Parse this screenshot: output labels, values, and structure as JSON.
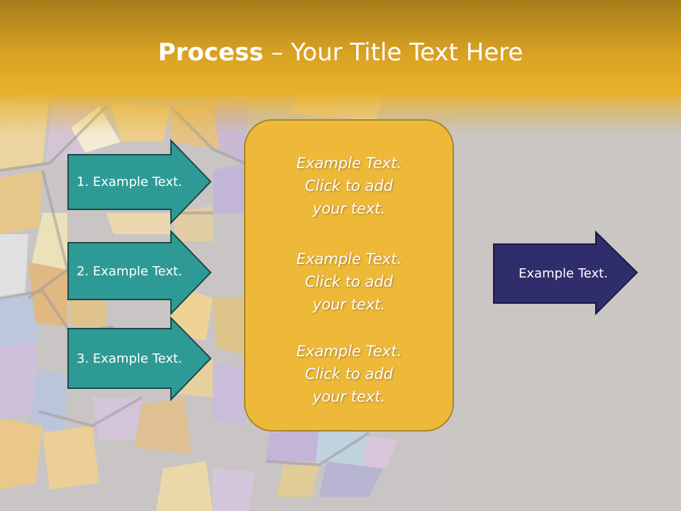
{
  "title": {
    "bold": "Process",
    "rest": " – Your Title Text Here"
  },
  "steps": [
    {
      "label": "1. Example Text."
    },
    {
      "label": "2. Example Text."
    },
    {
      "label": "3. Example Text."
    }
  ],
  "center_box": {
    "paragraphs": [
      [
        "Example Text.",
        "Click  to add",
        "your text."
      ],
      [
        "Example Text.",
        "Click  to add",
        "your text."
      ],
      [
        "Example Text.",
        "Click  to add",
        "your text."
      ]
    ]
  },
  "result": {
    "label": "Example Text."
  },
  "colors": {
    "header": "#e8b02c",
    "step_arrow_fill": "#2e9a95",
    "step_arrow_stroke": "#1d4a47",
    "result_arrow_fill": "#2f2d6b",
    "center_box_fill": "#eeb939",
    "background": "#c8c5c4"
  }
}
